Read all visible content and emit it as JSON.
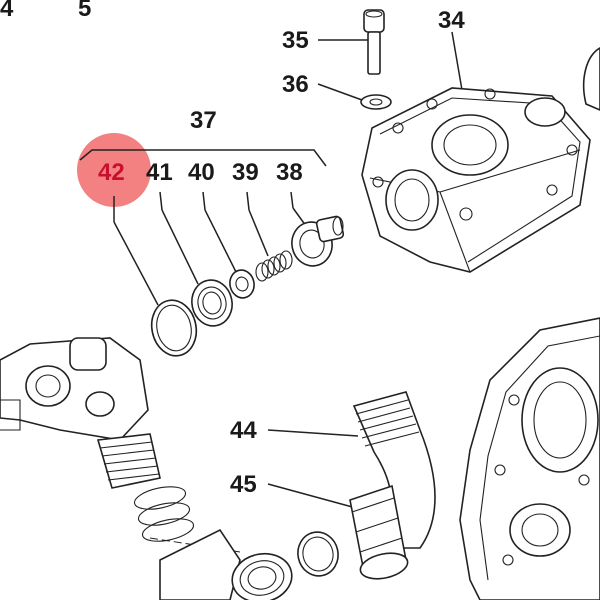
{
  "labels": {
    "l4": "4",
    "l5": "5",
    "l34": "34",
    "l35": "35",
    "l36": "36",
    "l37": "37",
    "l38": "38",
    "l39": "39",
    "l40": "40",
    "l41": "41",
    "l42": "42",
    "l44": "44",
    "l45": "45"
  },
  "colors": {
    "highlight": "#f26b6b",
    "highlight_label": "#c8102e"
  },
  "highlighted_part": "42"
}
